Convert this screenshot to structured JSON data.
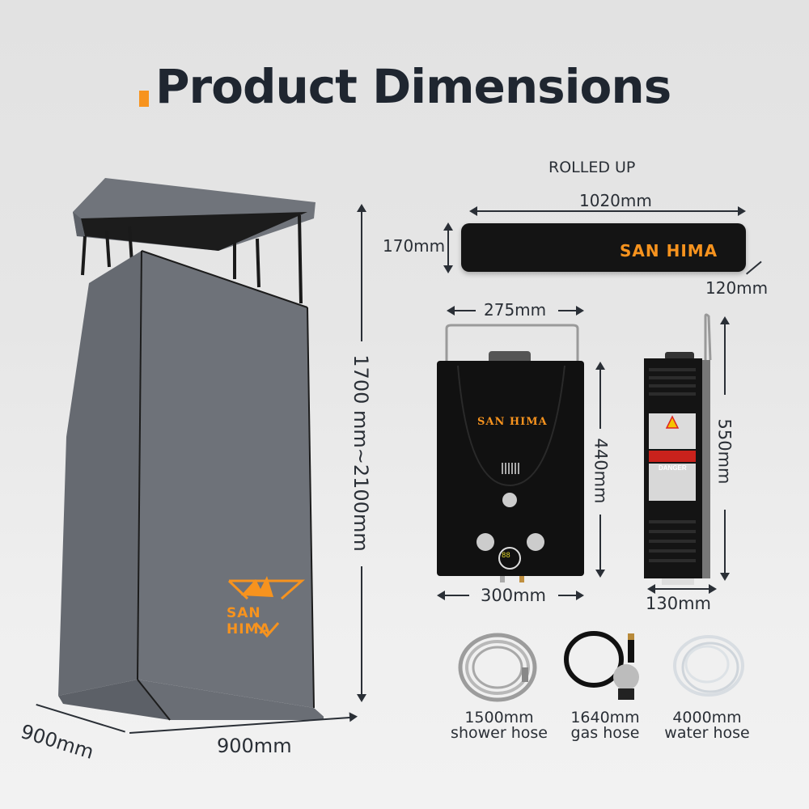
{
  "title": "Product Dimensions",
  "colors": {
    "accent": "#f7931e",
    "text": "#1f2630",
    "tent_gray": "#6e7279",
    "black": "#141414"
  },
  "brand": "SAN HIMA",
  "tent": {
    "height_label": "1700 mm~2100mm",
    "depth_label": "900mm",
    "width_label": "900mm",
    "logo_text": "SAN HIMA"
  },
  "rolled_up": {
    "heading": "ROLLED UP",
    "length_label": "1020mm",
    "height_label": "170mm",
    "depth_label": "120mm",
    "brand_text": "SAN HIMA"
  },
  "heater_front": {
    "top_width_label": "275mm",
    "height_label": "440mm",
    "bottom_width_label": "300mm",
    "brand_text": "SAN HIMA",
    "display_value": "88"
  },
  "heater_side": {
    "height_label": "550mm",
    "width_label": "130mm",
    "warning_label": "DANGER"
  },
  "accessories": [
    {
      "length": "1500mm",
      "name": "shower hose"
    },
    {
      "length": "1640mm",
      "name": "gas hose"
    },
    {
      "length": "4000mm",
      "name": "water hose"
    }
  ]
}
